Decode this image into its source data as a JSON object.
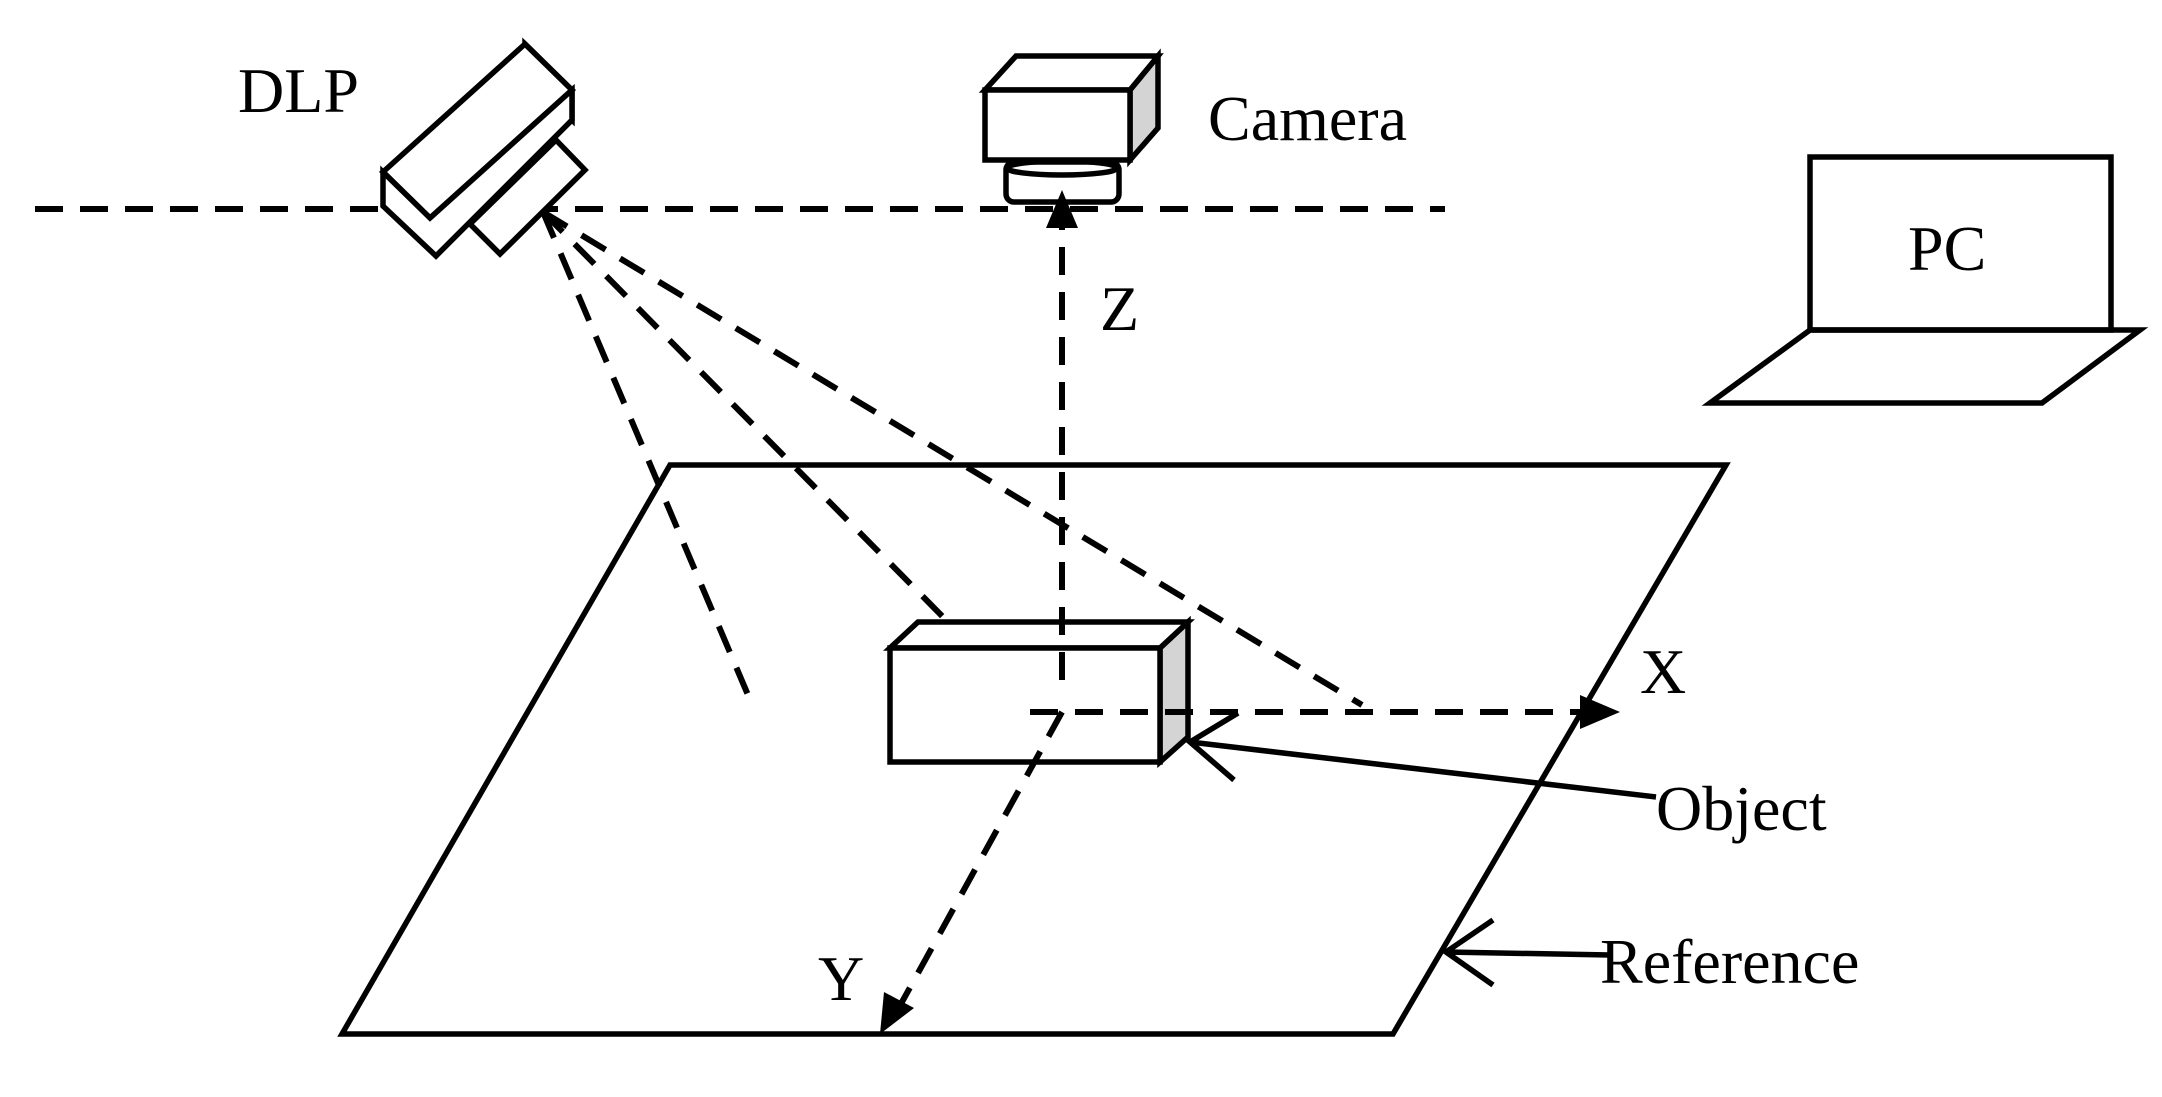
{
  "labels": {
    "dlp": "DLP",
    "camera": "Camera",
    "pc": "PC",
    "axis_x": "X",
    "axis_y": "Y",
    "axis_z": "Z",
    "object": "Object",
    "reference": "Reference"
  },
  "colors": {
    "stroke": "#000000",
    "side_shade": "#d4d4d4",
    "background": "#ffffff"
  }
}
